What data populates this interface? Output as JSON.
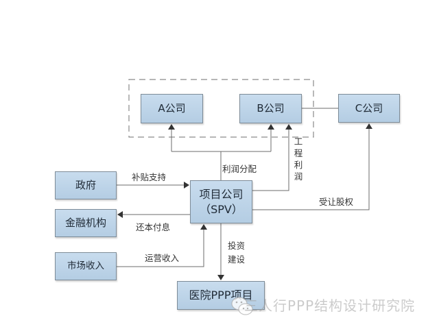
{
  "nodes": {
    "a_company": "A公司",
    "b_company": "B公司",
    "c_company": "C公司",
    "spv_line1": "项目公司",
    "spv_line2": "（SPV）",
    "government": "政府",
    "financial_institution": "金融机构",
    "market_revenue": "市场收入",
    "hospital_project": "医院PPP项目"
  },
  "edges": {
    "profit_distribution": "利润分配",
    "engineering_profit": "工程利润",
    "subsidy_support": "补贴支持",
    "repayment": "还本付息",
    "equity_transfer": "受让股权",
    "operating_revenue": "运营收入",
    "investment_construction_line1": "投资",
    "investment_construction_line2": "建设"
  },
  "colors": {
    "box_fill_top": "#c8dcee",
    "box_fill_bottom": "#b4cde3",
    "box_border": "#7d8b97",
    "line": "#6b6b6b",
    "dashed_group": "#8a8a8a"
  },
  "watermark": {
    "icon": "wechat-icon",
    "text": "三人行PPP结构设计研究院"
  }
}
